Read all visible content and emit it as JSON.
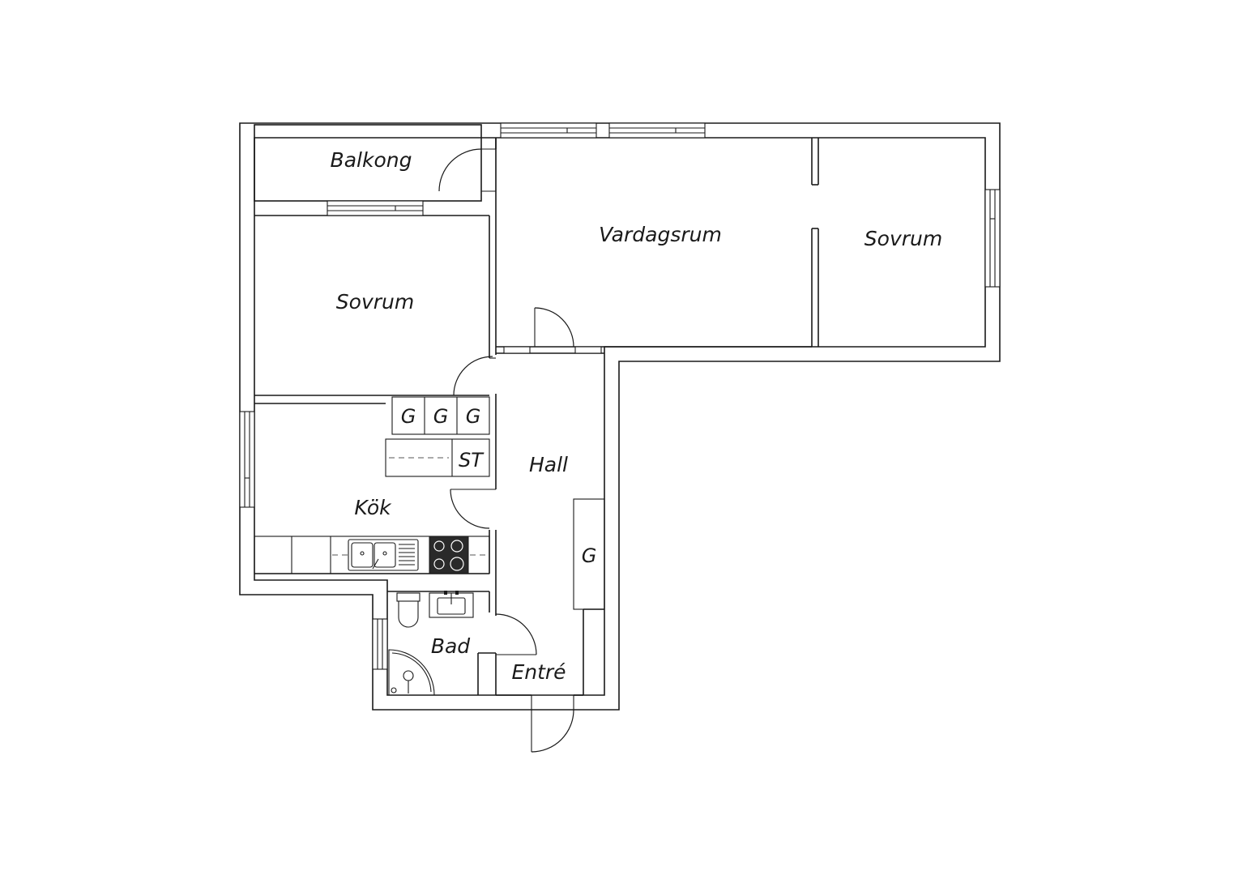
{
  "rooms": {
    "balkong": "Balkong",
    "vardagsrum": "Vardagsrum",
    "sovrum_right": "Sovrum",
    "sovrum_left": "Sovrum",
    "hall": "Hall",
    "kok": "Kök",
    "bad": "Bad",
    "entre": "Entré"
  },
  "fixtures": {
    "wardrobe_1": "G",
    "wardrobe_2": "G",
    "wardrobe_3": "G",
    "storage": "ST",
    "hall_wardrobe": "G"
  },
  "colors": {
    "line": "#1a1a1a",
    "background": "#ffffff",
    "stove": "#2a2a2a"
  }
}
